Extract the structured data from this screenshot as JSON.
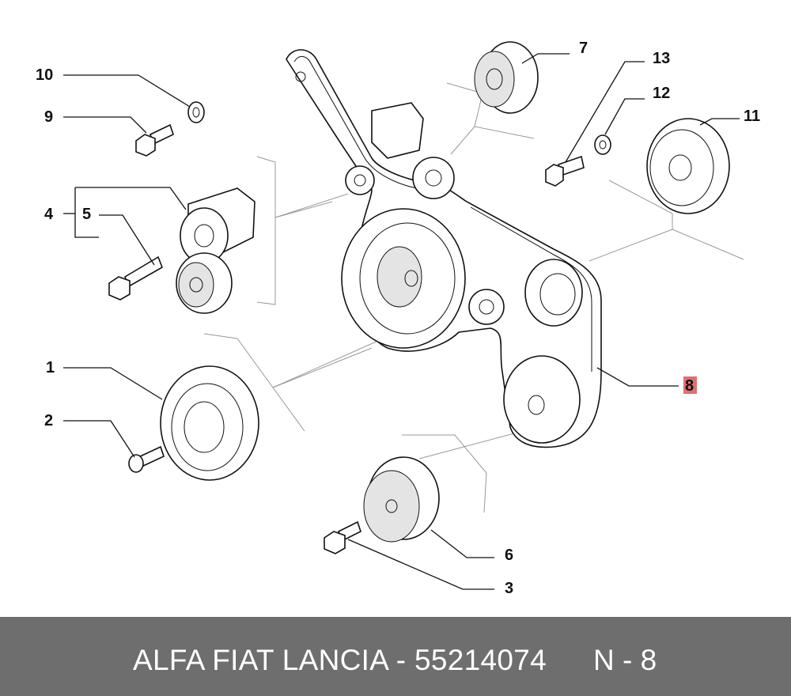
{
  "diagram": {
    "callouts": {
      "c1": "1",
      "c2": "2",
      "c3": "3",
      "c4": "4",
      "c5": "5",
      "c6": "6",
      "c7": "7",
      "c8": "8",
      "c9": "9",
      "c10": "10",
      "c11": "11",
      "c12": "12",
      "c13": "13"
    },
    "highlight_color": "#e07070"
  },
  "footer": {
    "title": "ALFA FIAT LANCIA - 55214074",
    "code": "N - 8",
    "background": "#6e6e6e"
  }
}
